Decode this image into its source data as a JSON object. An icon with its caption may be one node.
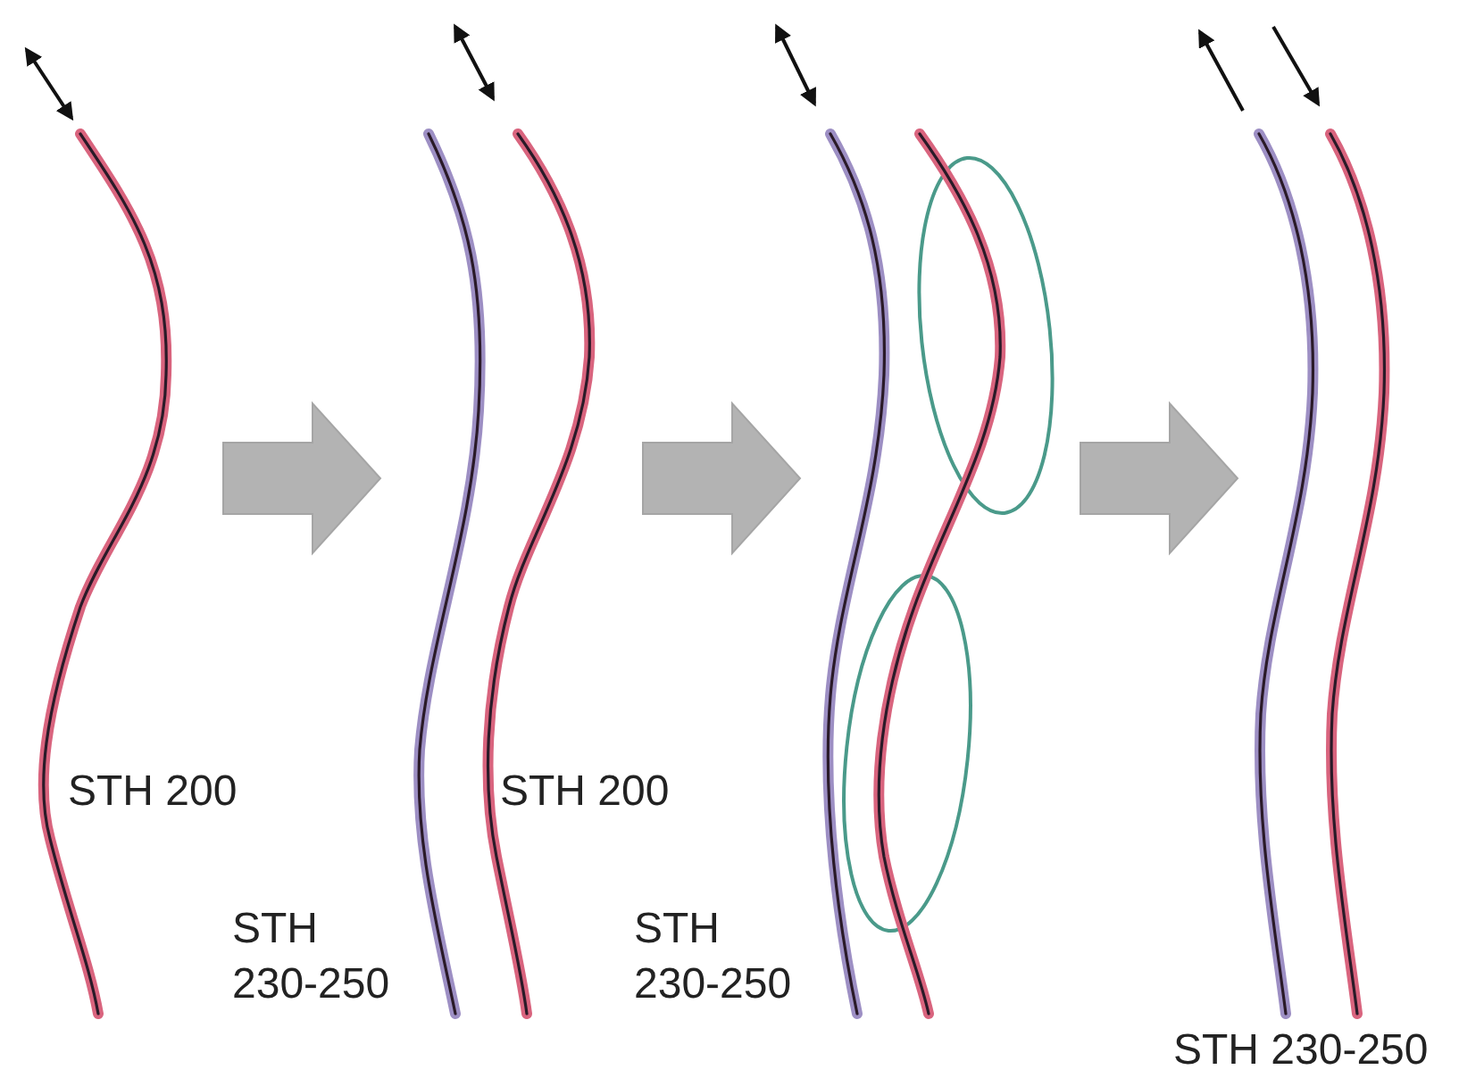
{
  "diagram": {
    "labels": [
      "STH 200",
      "STH 200",
      "STH 230-250",
      "STH 230-250",
      "STH 230-250"
    ]
  }
}
